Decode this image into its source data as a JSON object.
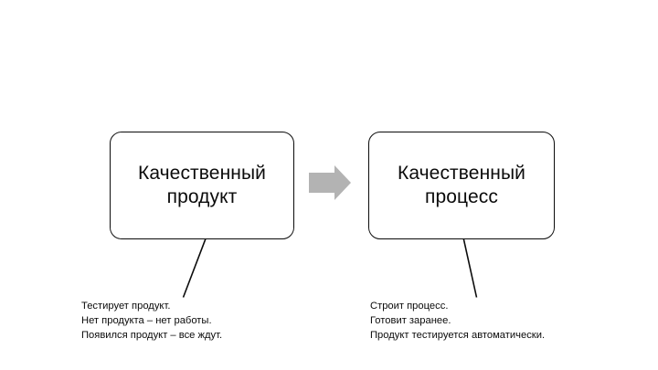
{
  "slide": {
    "background_color": "#ffffff",
    "stroke_color": "#0b0b0b",
    "arrow_fill_color": "#b3b3b3"
  },
  "nodes": [
    {
      "id": "product",
      "label": "Качественный\nпродукт",
      "caption": "Тестирует продукт.\nНет продукта – нет работы.\nПоявился продукт – все ждут."
    },
    {
      "id": "process",
      "label": "Качественный\nпроцесс",
      "caption": "Строит процесс.\nГотовит заранее.\nПродукт тестируется автоматически."
    }
  ],
  "connectors": {
    "block_arrow": {
      "name": "right-block-arrow",
      "direction": "right",
      "color": "#b3b3b3"
    },
    "pointer_left": {
      "name": "caption-pointer-left",
      "from": "caption-product",
      "to": "box-product"
    },
    "pointer_right": {
      "name": "caption-pointer-right",
      "from": "caption-process",
      "to": "box-process"
    }
  }
}
